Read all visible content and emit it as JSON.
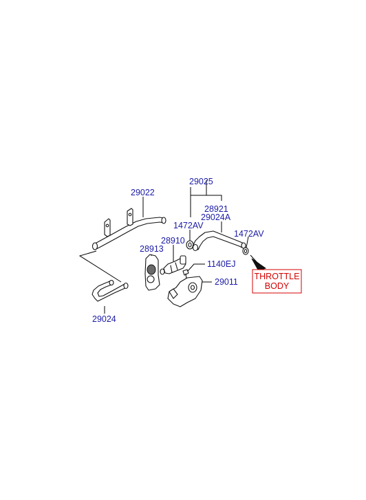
{
  "diagram": {
    "labels": {
      "l29025": "29025",
      "l29022": "29022",
      "l28921": "28921",
      "l29024A": "29024A",
      "l1472AV_left": "1472AV",
      "l1472AV_right": "1472AV",
      "l28910": "28910",
      "l28913": "28913",
      "l1140EJ": "1140EJ",
      "l29011": "29011",
      "l29024": "29024"
    },
    "throttle_body": {
      "line1": "THROTTLE",
      "line2": "BODY"
    },
    "colors": {
      "part_number": "#1a1aa6",
      "reference_box": "#d40000"
    }
  }
}
